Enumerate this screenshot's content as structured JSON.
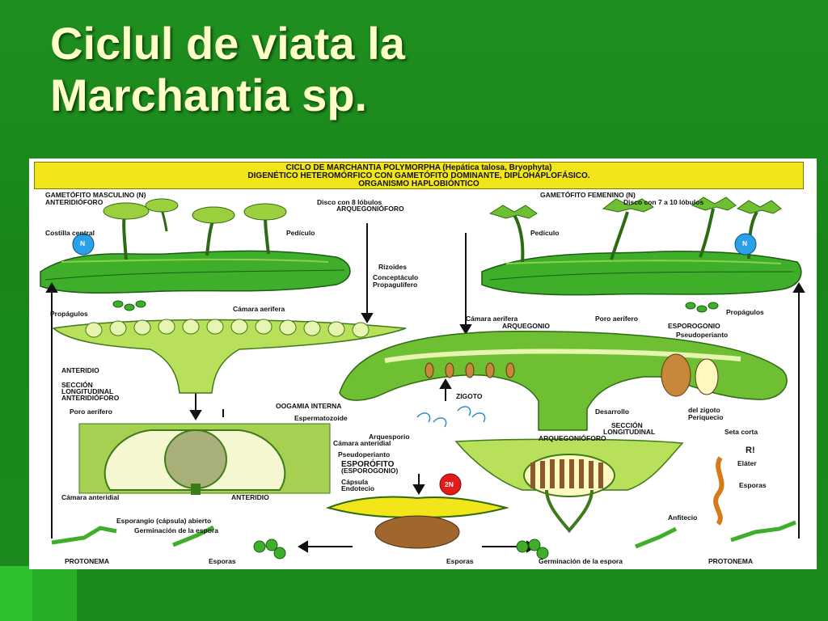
{
  "slide": {
    "title_line1": "Ciclul de viata la",
    "title_line2": "Marchantia sp."
  },
  "diagram": {
    "header": {
      "line1": "CICLO DE MARCHANTIA POLYMORPHA (Hepática talosa, Bryophyta)",
      "line2": "DIGENÉTICO HETEROMÓRFICO CON GAMETÓFITO DOMINANTE, DIPLOHAPLOFÁSICO.",
      "line3": "ORGANISMO HAPLOBIÓNTICO"
    },
    "labels": {
      "gametofito_masculino": "GAMETÓFITO MASCULINO (N)",
      "anteridioforo": "ANTERIDIÓFORO",
      "disco8": "Disco con 8 lóbulos",
      "arquegonioforo": "ARQUEGONIÓFORO",
      "gametofito_femenino": "GAMETÓFITO FEMENINO (N)",
      "disco7": "Disco con 7 a 10 lóbulos",
      "costilla": "Costilla central",
      "pediculo_m": "Pedículo",
      "pediculo_f": "Pedículo",
      "n_left": "N",
      "n_right": "N",
      "rizoides": "Rizoides",
      "conceptaculo": "Conceptáculo",
      "propagulifero": "Propagulífero",
      "propagulos_l": "Propágulos",
      "propagulos_r": "Propágulos",
      "camara_aerifera_top": "Cámara aerífera",
      "camara_aerifera_mid": "Cámara aerífera",
      "arquegonio": "ARQUEGONIO",
      "poro_aerifero_mid": "Poro aerífero",
      "esporogonio": "ESPOROGONIO",
      "pseudoperianto_r": "Pseudoperianto",
      "anteridio_top": "ANTERIDIO",
      "seccion_l1": "SECCIÓN",
      "seccion_l2": "LONGITUDINAL",
      "seccion_l3": "ANTERIDIÓFORO",
      "zigoto": "ZIGOTO",
      "oogamia": "OOGAMIA INTERNA",
      "poro_aerifero_l": "Poro aerífero",
      "espermatozoide": "Espermatozoide",
      "desarrollo": "Desarrollo",
      "del_zigoto": "del zigoto",
      "periquecio": "Periquecio",
      "seccion_r1": "SECCIÓN",
      "seccion_r2": "LONGITUDINAL",
      "seccion_r3": "ARQUEGONIÓFORO",
      "seta_corta": "Seta corta",
      "arquesporio": "Arquesporio",
      "camara_anteridial_c": "Cámara anteridial",
      "pseudoperianto_c": "Pseudoperianto",
      "rl": "R!",
      "elater": "Eláter",
      "esporofito": "ESPORÓFITO",
      "esporogonio_p": "(ESPOROGONIO)",
      "capsula": "Cápsula",
      "endotecio": "Endotecio",
      "two_n": "2N",
      "esporas_r": "Esporas",
      "camara_anteridial_l": "Cámara anteridial",
      "anteridio_bot": "ANTERIDIO",
      "anfitecio": "Anfitecio",
      "esporangio": "Esporangio (cápsula) abierto",
      "germinacion_l": "Germinación de la espora",
      "protonema_l": "PROTONEMA",
      "esporas_bl": "Esporas",
      "esporas_bc": "Esporas",
      "germinacion_r": "Germinación de la espora",
      "protonema_r": "PROTONEMA"
    }
  },
  "colors": {
    "background": "#1d8a1d",
    "title": "#ffffc8",
    "header_bar": "#f2e61a",
    "plant_green": "#3fae2a",
    "light_green": "#b9e05a",
    "red_badge": "#e11a1a",
    "blue_badge": "#2aa0e8"
  }
}
